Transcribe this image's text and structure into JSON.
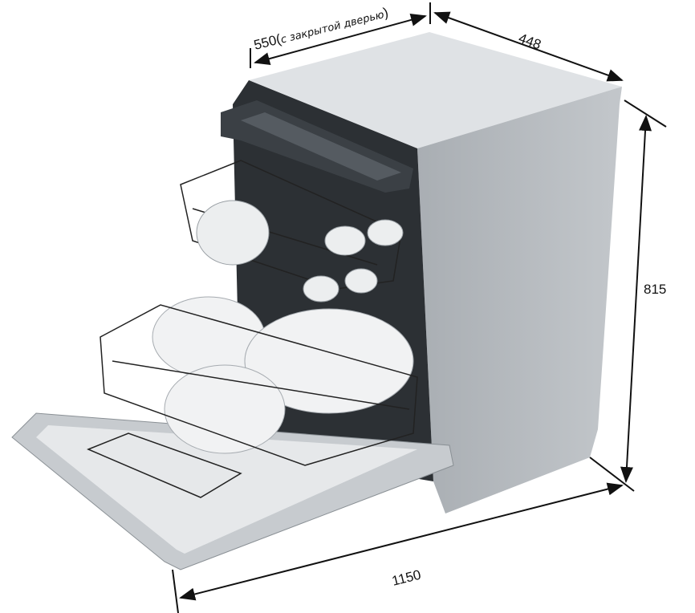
{
  "dimensions": {
    "depth_closed": {
      "value": "550",
      "note": "с закрытой дверью"
    },
    "width": {
      "value": "448"
    },
    "height": {
      "value": "815"
    },
    "depth_open": {
      "value": "1150"
    }
  },
  "colors": {
    "top": "#dcdfe2",
    "side": "#b3b8bd",
    "interior": "#2b2f33",
    "door": "#c9cdd1",
    "line": "#111111"
  }
}
